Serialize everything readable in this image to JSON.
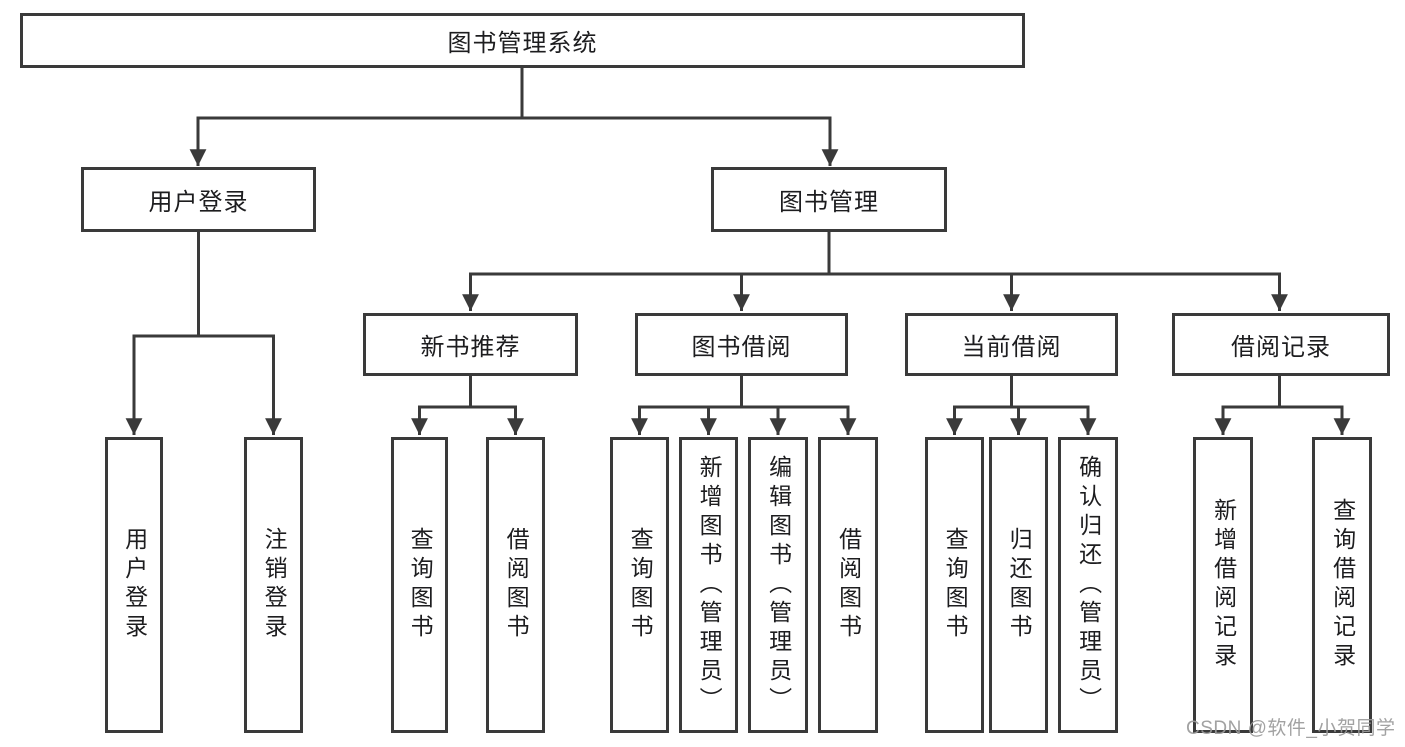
{
  "tree": {
    "root": "图书管理系统",
    "branches": [
      {
        "label": "用户登录",
        "children": [
          "用户登录",
          "注销登录"
        ]
      },
      {
        "label": "图书管理",
        "groups": [
          {
            "label": "新书推荐",
            "children": [
              "查询图书",
              "借阅图书"
            ]
          },
          {
            "label": "图书借阅",
            "children": [
              "查询图书",
              "新增图书（管理员）",
              "编辑图书（管理员）",
              "借阅图书"
            ]
          },
          {
            "label": "当前借阅",
            "children": [
              "查询图书",
              "归还图书",
              "确认归还（管理员）"
            ]
          },
          {
            "label": "借阅记录",
            "children": [
              "新增借阅记录",
              "查询借阅记录"
            ]
          }
        ]
      }
    ]
  },
  "watermark": {
    "text": "CSDN @软件_小贺同学"
  },
  "colors": {
    "line": "#3a3a3a",
    "text": "#1d1d1f",
    "watermark": "#9b9b9b",
    "bg": "#ffffff"
  }
}
